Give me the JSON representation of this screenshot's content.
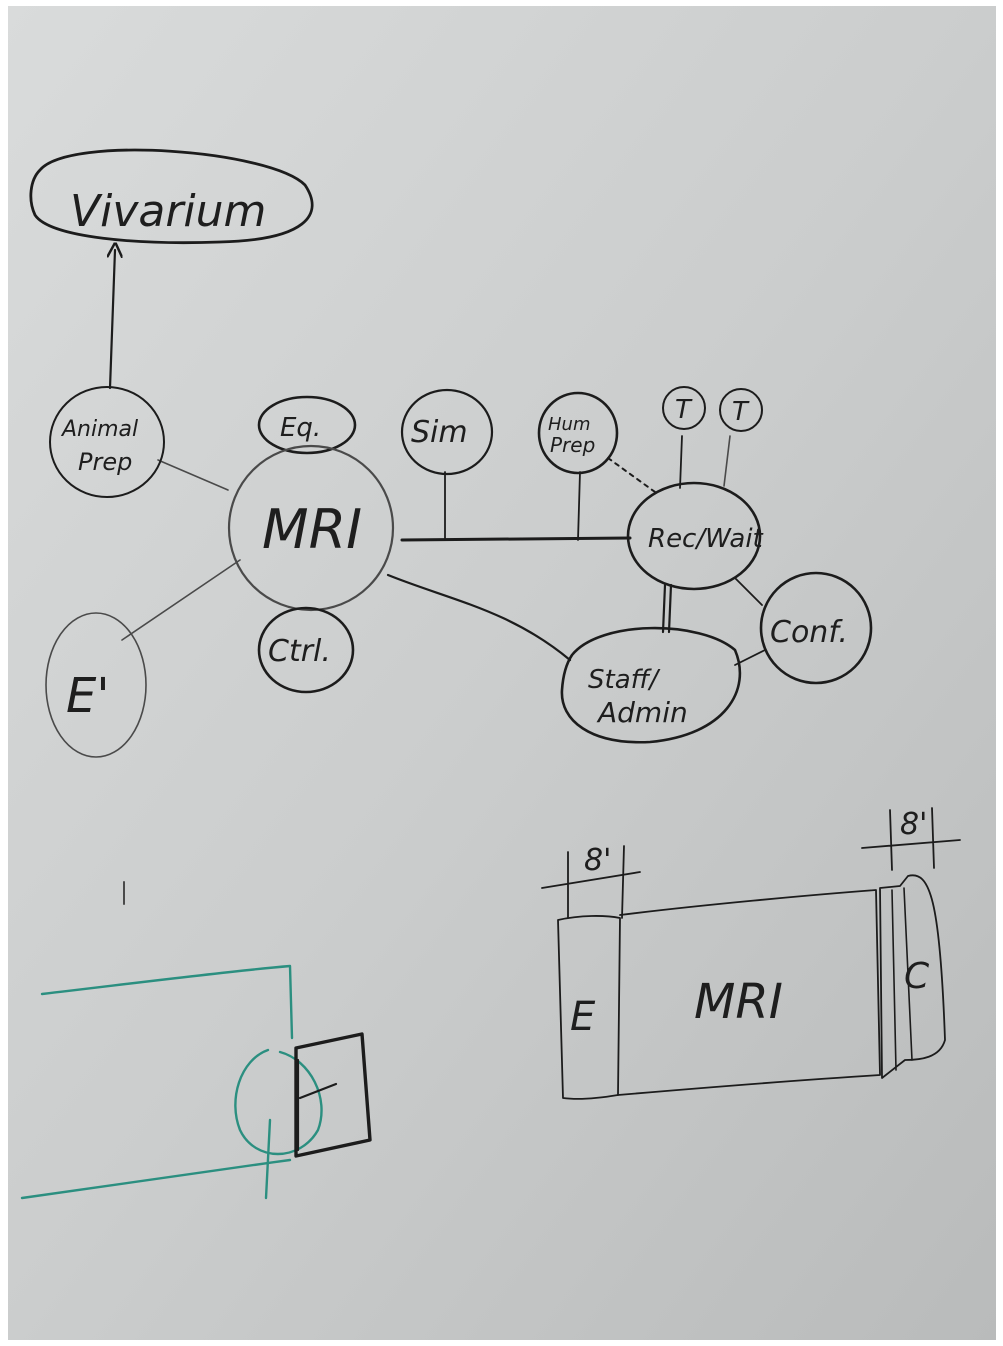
{
  "colors": {
    "board": "#c9cbcb",
    "ink": "#1c1c1c",
    "marker_teal": "#2b8f80"
  },
  "top_diagram": {
    "vivarium": "Vivarium",
    "animal_prep": [
      "Animal",
      "Prep"
    ],
    "eq": "Eq.",
    "mri": "MRI",
    "ctrl": "Ctrl.",
    "e_node": "E'",
    "sim": "Sim",
    "hum_prep": [
      "Hum",
      "Prep"
    ],
    "t1": "T",
    "t2": "T",
    "rec_wait": "Rec/Wait",
    "conf": "Conf.",
    "staff_admin": [
      "Staff/",
      "Admin"
    ]
  },
  "bottom_right_sketch": {
    "dim_left": "8'",
    "dim_right": "8'",
    "left_bay": "E",
    "center": "MRI",
    "right_bay": "C"
  }
}
